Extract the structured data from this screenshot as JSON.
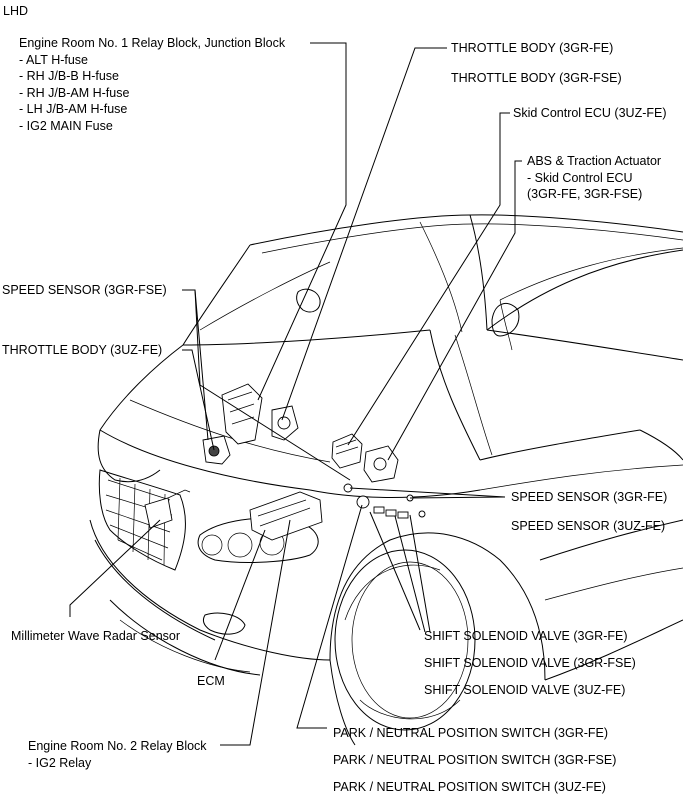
{
  "corner_label": "LHD",
  "engine_room_no1": {
    "title": "Engine Room No. 1 Relay Block, Junction Block",
    "items": [
      "- ALT H-fuse",
      "- RH J/B-B H-fuse",
      "- RH J/B-AM H-fuse",
      "- LH J/B-AM H-fuse",
      "- IG2 MAIN Fuse"
    ]
  },
  "throttle_body_3grfe": "THROTTLE BODY  (3GR-FE)",
  "throttle_body_3grfse": "THROTTLE BODY  (3GR-FSE)",
  "skid_control_ecu_3uzfe": "Skid Control ECU (3UZ-FE)",
  "abs_actuator": {
    "title": "ABS & Traction Actuator",
    "line2": "- Skid Control ECU",
    "line3": "(3GR-FE, 3GR-FSE)"
  },
  "speed_sensor_left_3grfse": "SPEED SENSOR (3GR-FSE)",
  "throttle_body_3uzfe": "THROTTLE BODY (3UZ-FE)",
  "speed_sensor_right": [
    "SPEED SENSOR  (3GR-FE)",
    "SPEED SENSOR  (3UZ-FE)"
  ],
  "millimeter_wave": "Millimeter Wave Radar Sensor",
  "shift_solenoid": [
    "SHIFT SOLENOID VALVE  (3GR-FE)",
    "SHIFT SOLENOID VALVE  (3GR-FSE)",
    "SHIFT SOLENOID VALVE  (3UZ-FE)"
  ],
  "ecm": "ECM",
  "engine_room_no2": {
    "title": "Engine Room No. 2 Relay Block",
    "item": "- IG2 Relay"
  },
  "park_neutral": [
    "PARK / NEUTRAL POSITION SWITCH  (3GR-FE)",
    "PARK / NEUTRAL POSITION SWITCH  (3GR-FSE)",
    "PARK / NEUTRAL POSITION SWITCH  (3UZ-FE)"
  ]
}
